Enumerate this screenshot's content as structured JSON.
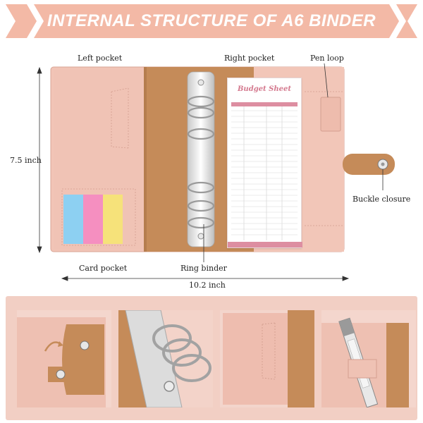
{
  "banner": {
    "title": "INTERNAL STRUCTURE OF A6 BINDER"
  },
  "labels": {
    "left_pocket": "Left pocket",
    "right_pocket": "Right pocket",
    "pen_loop": "Pen loop",
    "height": "7.5 inch",
    "buckle_closure": "Buckle closure",
    "card_pocket": "Card pocket",
    "ring_binder": "Ring binder",
    "width": "10.2 inch"
  },
  "sheet": {
    "title": "Budget Sheet"
  },
  "colors": {
    "banner": "#f3b9a6",
    "leather_pink": "#f1c4b6",
    "leather_brown": "#c58b59",
    "sheet_accent": "#dd8ea1",
    "sticky_blue": "#8dd0f2",
    "sticky_pink": "#f58fc0",
    "sticky_yellow": "#f6e27a",
    "detail_panel": "#f2cfc4"
  },
  "icons": {
    "snap_button": "snap-button-icon",
    "rotate_arrow": "rotate-arrow-icon"
  }
}
